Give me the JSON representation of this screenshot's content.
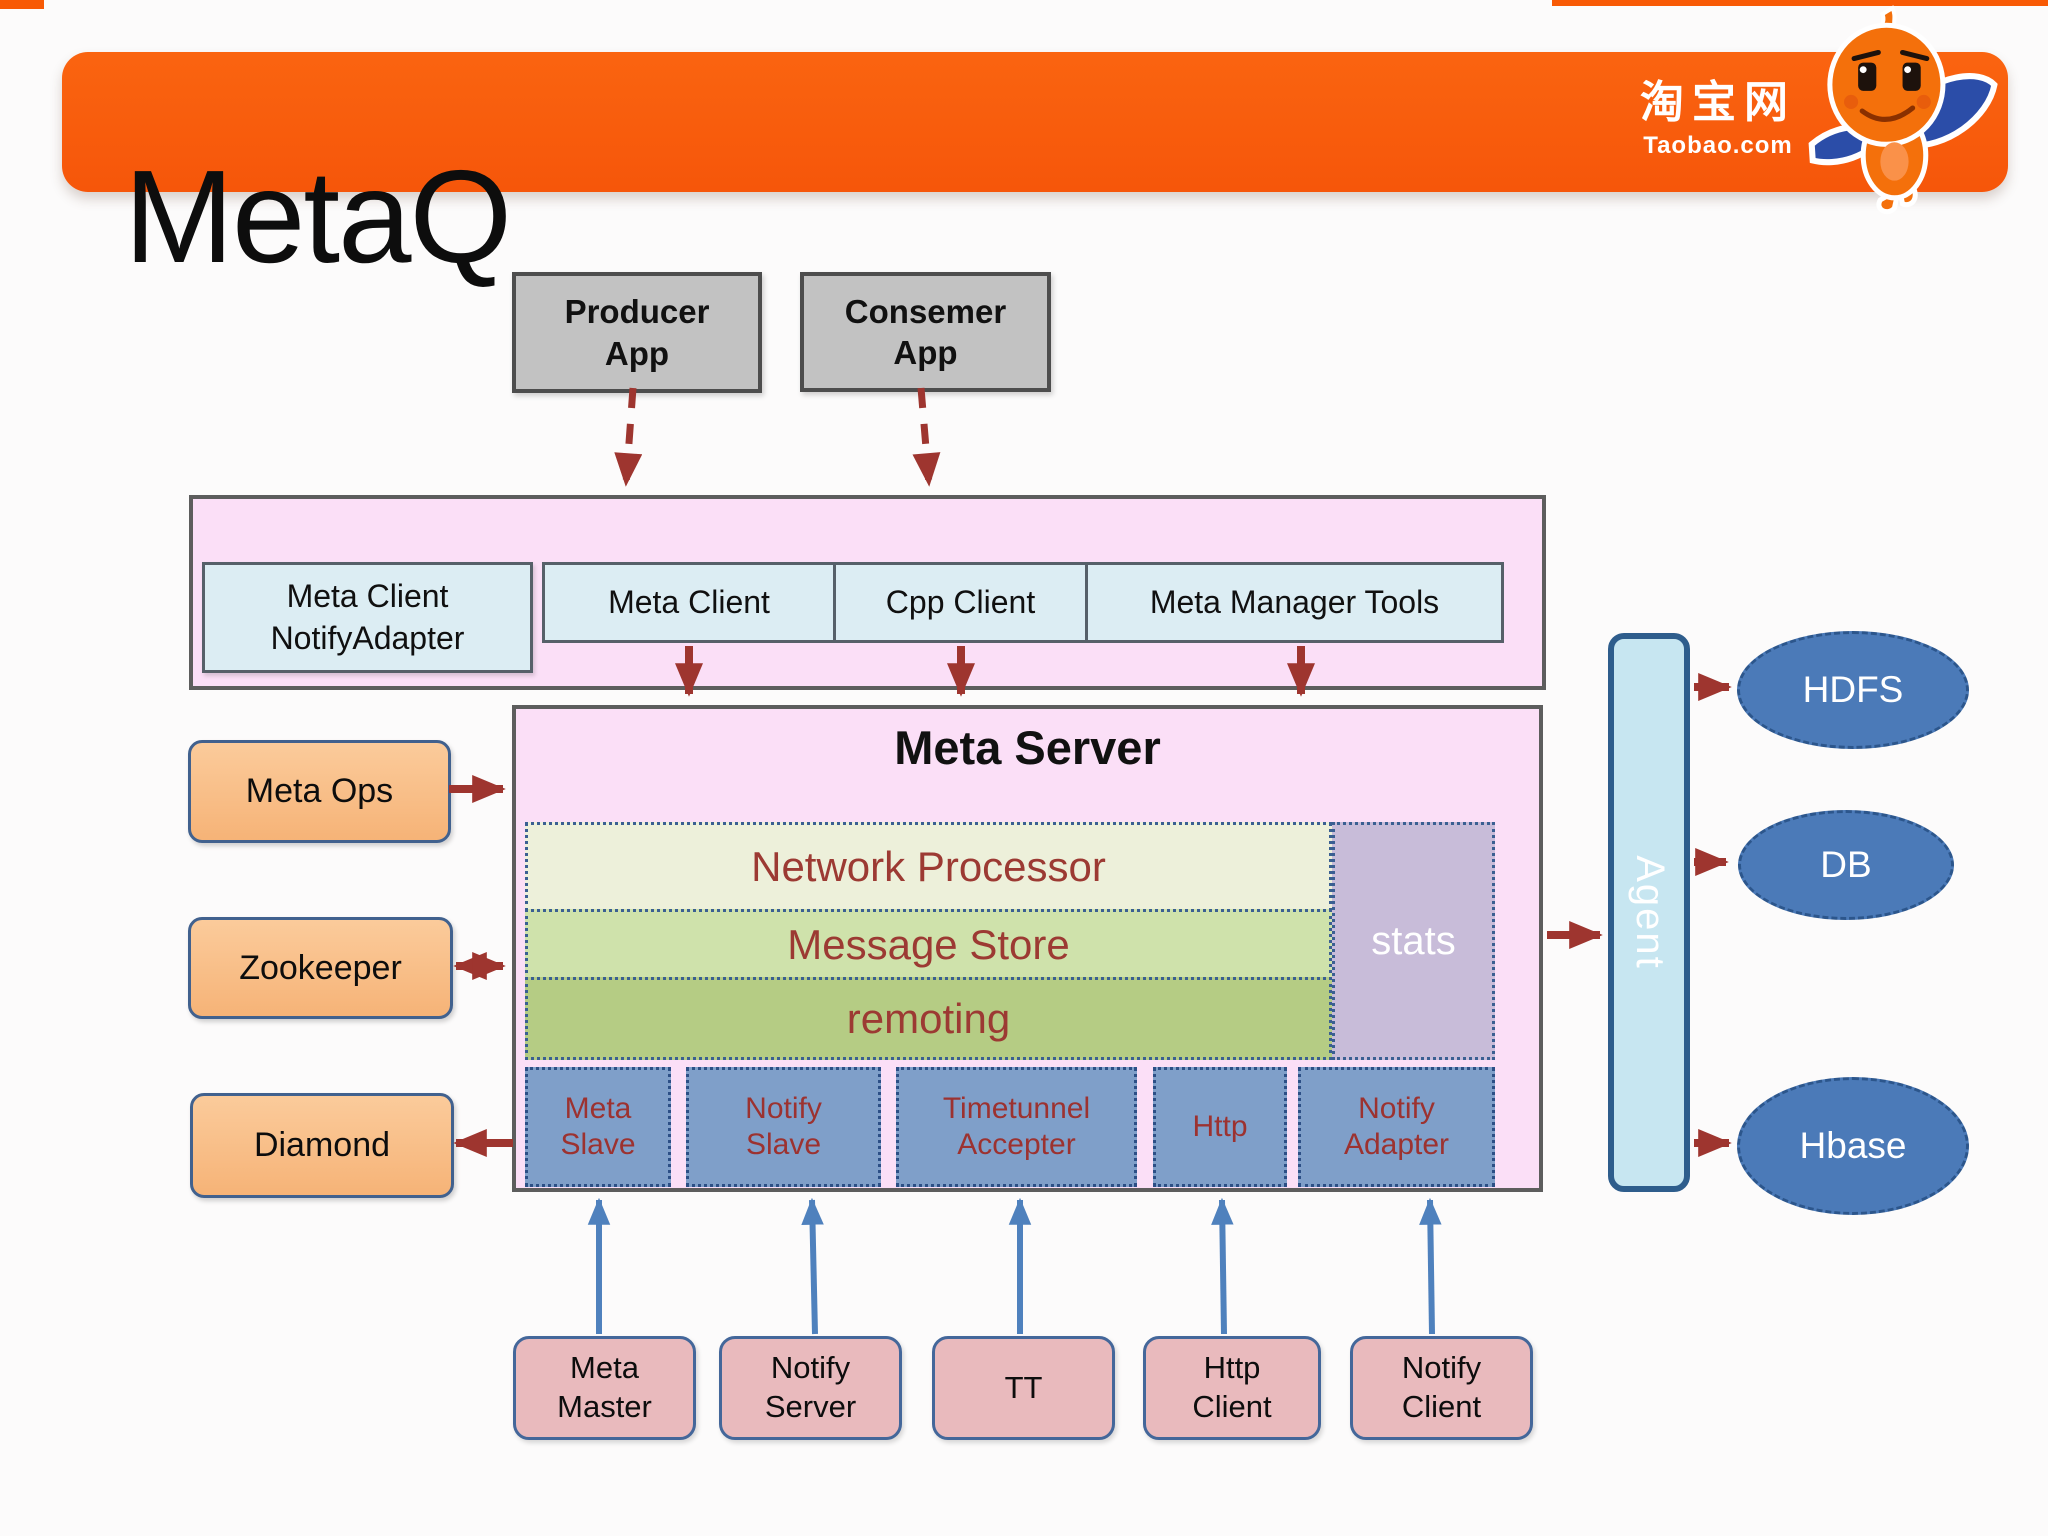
{
  "slide": {
    "title": "MetaQ"
  },
  "brand": {
    "logo_cn": "淘宝网",
    "logo_en": "Taobao.com"
  },
  "apps": {
    "producer": "Producer\nApp",
    "consumer": "Consemer\nApp"
  },
  "client_layer": {
    "adapter_box": "Meta Client\nNotifyAdapter",
    "boxes": [
      "Meta Client",
      "Cpp Client",
      "Meta Manager Tools"
    ]
  },
  "server": {
    "title": "Meta Server",
    "bands": [
      "Network Processor",
      "Message Store",
      "remoting"
    ],
    "stats": "stats",
    "slots": [
      "Meta\nSlave",
      "Notify\nSlave",
      "Timetunnel\nAccepter",
      "Http",
      "Notify\nAdapter"
    ]
  },
  "left_nodes": [
    "Meta Ops",
    "Zookeeper",
    "Diamond"
  ],
  "agent": "Agent",
  "storage_nodes": [
    "HDFS",
    "DB",
    "Hbase"
  ],
  "bottom_nodes": [
    "Meta\nMaster",
    "Notify\nServer",
    "TT",
    "Http\nClient",
    "Notify\nClient"
  ],
  "colors": {
    "banner_orange": "#f85a05",
    "arrow_red": "#9e352f",
    "arrow_blue": "#4f81bd",
    "band_text_red": "#9c3a33",
    "node_orange": "#f8bf8b",
    "slot_blue": "#7f9fc9",
    "ellipse_blue": "#4b7ab8",
    "stats_purple": "#c8bcd9",
    "layer_pink": "#fbdff7"
  }
}
